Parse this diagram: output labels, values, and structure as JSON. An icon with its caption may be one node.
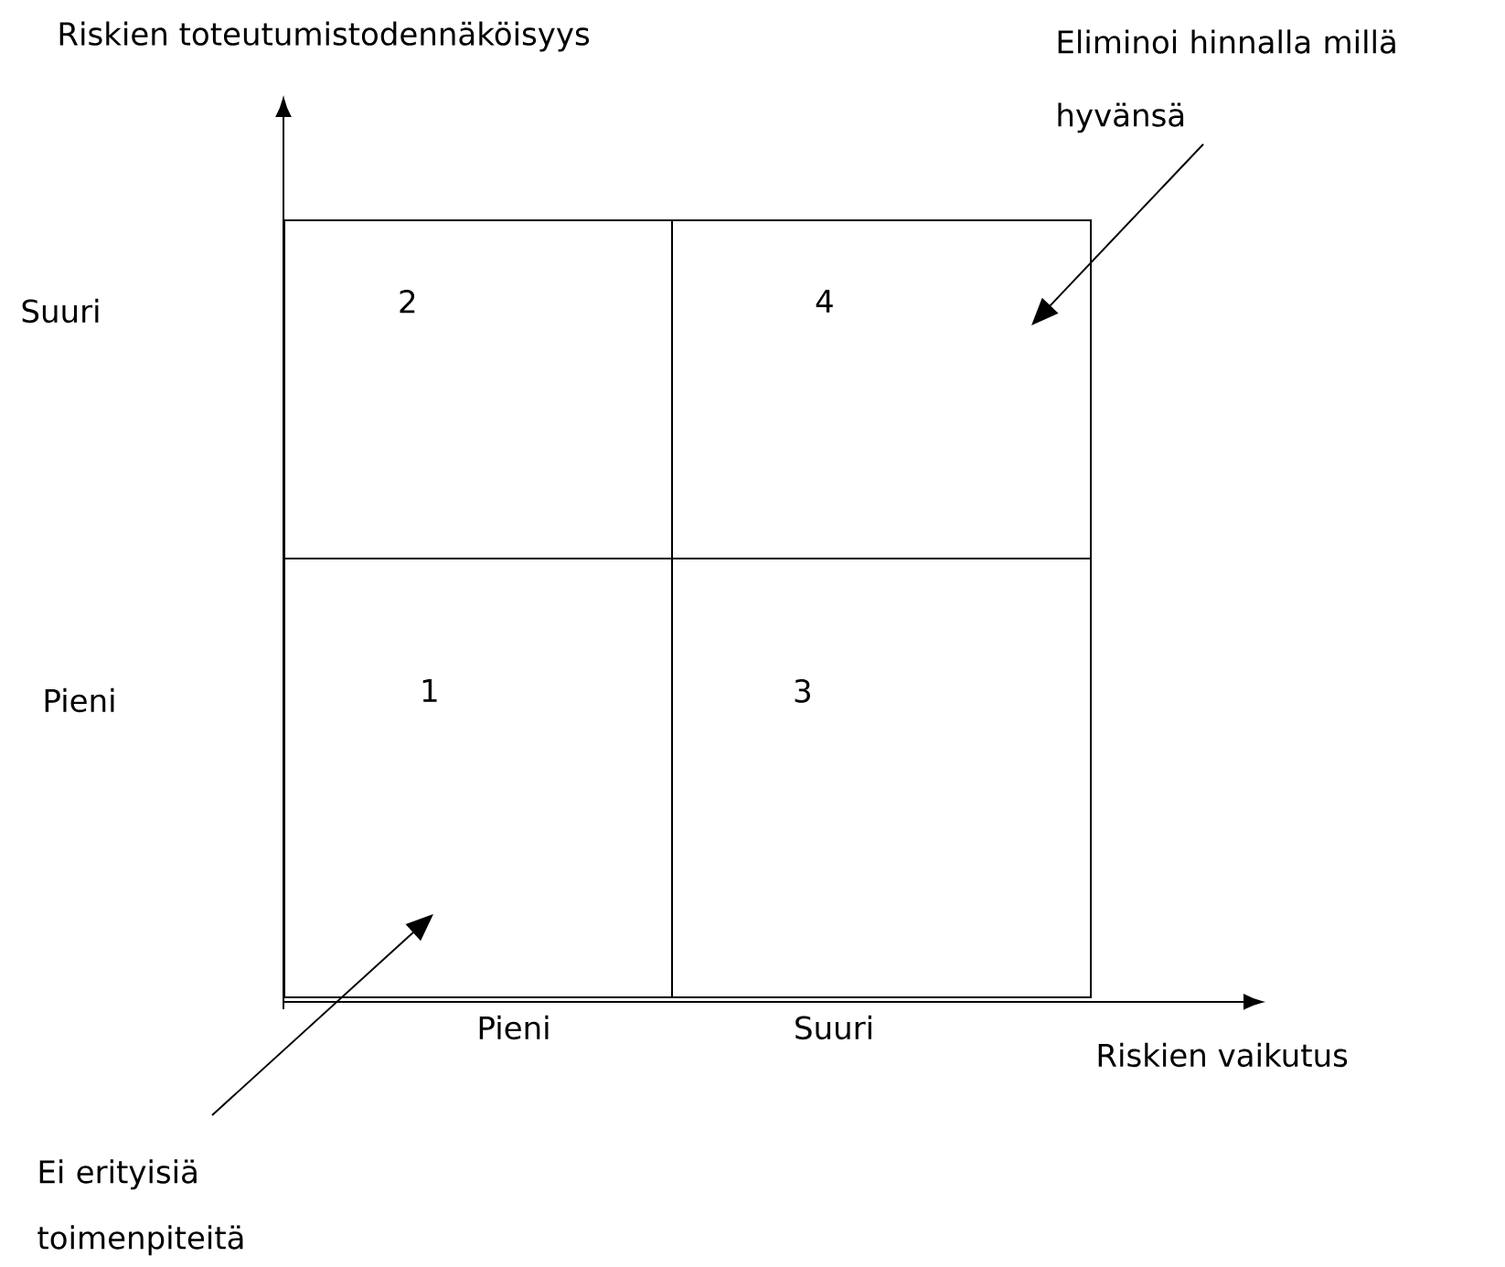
{
  "diagram": {
    "nodes": [
      {
        "text": [
          "Eliminoi hinnalla millä hyvänsä"
        ]
      },
      {
        "text": [
          "2"
        ]
      },
      {
        "text": [
          "4"
        ]
      },
      {
        "text": [
          "1"
        ]
      },
      {
        "text": [
          "3"
        ]
      },
      {
        "text": [
          "Ei erityisiä toimenpiteitä"
        ]
      }
    ],
    "edges": [
      {
        "from": 0,
        "to": 2,
        "arrow": "to"
      },
      {
        "from": 5,
        "to": 3,
        "arrow": "to"
      }
    ],
    "labels": [
      "Riskien toteutumistodennäköisyys",
      "Suuri",
      "Pieni",
      "Pieni",
      "Suuri",
      "Riskien vaikutus"
    ]
  }
}
